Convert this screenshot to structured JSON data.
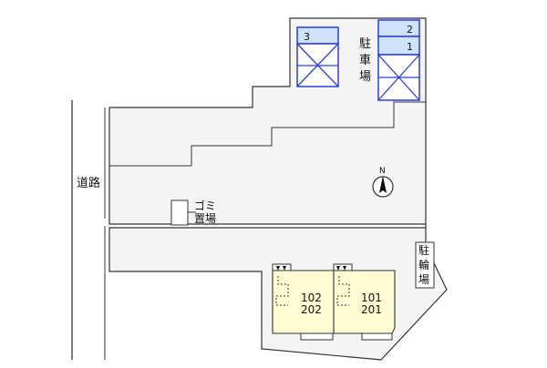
{
  "labels": {
    "road": "道路",
    "parking": "駐車場",
    "bicycle_parking": "駐輪場",
    "garbage_top": "ゴミ",
    "garbage_bottom": "置場",
    "north": "N"
  },
  "parking_spaces": [
    "3",
    "2",
    "1"
  ],
  "units": [
    {
      "top": "102",
      "bottom": "202"
    },
    {
      "top": "101",
      "bottom": "201"
    }
  ],
  "colors": {
    "line": "#333333",
    "lot_fill": "#f4f4f4",
    "parking_blue": "#2a3fe0",
    "parking_fill": "#cfe3ff",
    "building_fill": "#fffbd2",
    "entrance_marker": "#111111"
  },
  "icons": {
    "compass": "north-arrow-icon",
    "entrance": "entrance-triangle-icon"
  }
}
